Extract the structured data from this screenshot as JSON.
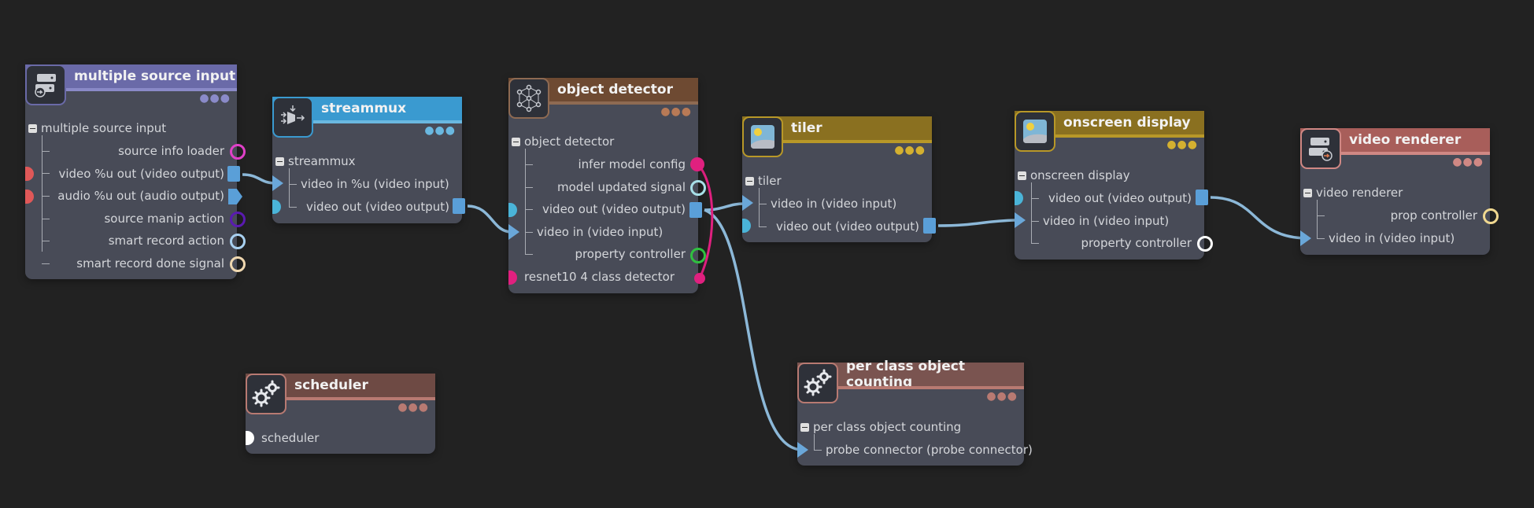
{
  "colors": {
    "background": "#222222",
    "node_body": "#484b57",
    "wire": "#8cb8d8",
    "wire_magenta": "#e0207f",
    "multiple_source_input": "#6a6aa8",
    "streammux": "#3a9ad0",
    "object_detector": "#6e4a32",
    "tiler": "#8a7020",
    "onscreen_display": "#8a7020",
    "video_renderer": "#a85e5a",
    "scheduler": "#6e4a44",
    "per_class_object_counting": "#7a5450"
  },
  "nodes": {
    "multiple_source_input": {
      "title": "multiple source input",
      "icon": "server-rack-input-icon",
      "root": "multiple source input",
      "rows": [
        "source info loader",
        "video %u out (video output)",
        "audio %u out (audio output)",
        "source manip action",
        "smart record action",
        "smart record done signal"
      ]
    },
    "streammux": {
      "title": "streammux",
      "icon": "stream-mux-icon",
      "root": "streammux",
      "rows": [
        "video in %u (video input)",
        "video out (video output)"
      ]
    },
    "object_detector": {
      "title": "object detector",
      "icon": "neural-network-icon",
      "root": "object detector",
      "rows": [
        "infer model config",
        "model updated signal",
        "video out (video output)",
        "video in (video input)",
        "property controller",
        "resnet10 4 class detector"
      ]
    },
    "tiler": {
      "title": "tiler",
      "icon": "landscape-image-icon",
      "root": "tiler",
      "rows": [
        "video in (video input)",
        "video out (video output)"
      ]
    },
    "onscreen_display": {
      "title": "onscreen display",
      "icon": "landscape-image-icon",
      "root": "onscreen display",
      "rows": [
        "video out (video output)",
        "video in (video input)",
        "property controller"
      ]
    },
    "video_renderer": {
      "title": "video renderer",
      "icon": "server-rack-output-icon",
      "root": "video renderer",
      "rows": [
        "prop controller",
        "video in (video input)"
      ]
    },
    "scheduler": {
      "title": "scheduler",
      "icon": "gears-icon",
      "rows": [
        "scheduler"
      ]
    },
    "per_class_object_counting": {
      "title": "per class object counting",
      "icon": "gears-icon",
      "root": "per class object counting",
      "rows": [
        "probe connector (probe connector)"
      ]
    }
  }
}
